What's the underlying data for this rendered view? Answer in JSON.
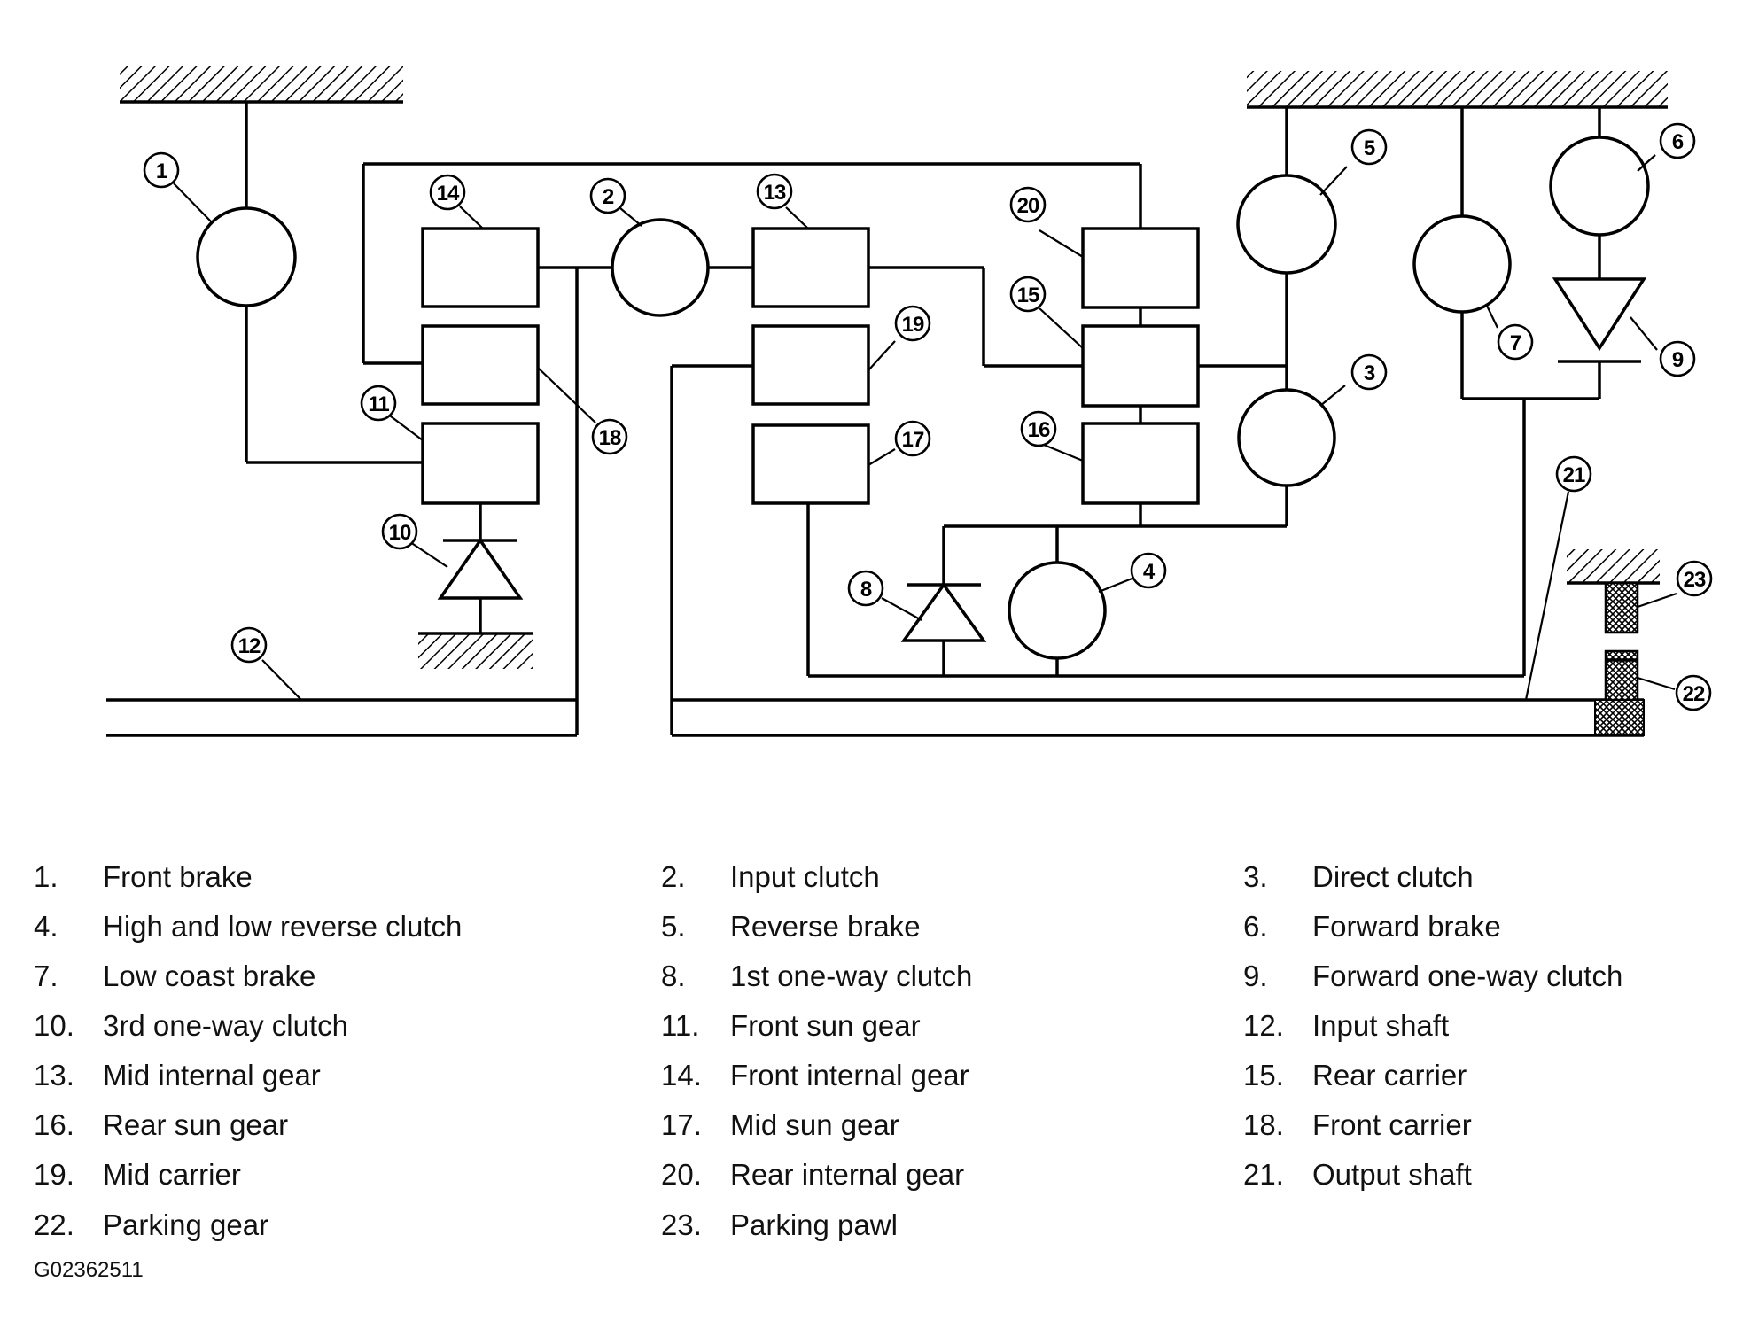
{
  "diagram": {
    "callouts": [
      "1",
      "2",
      "3",
      "4",
      "5",
      "6",
      "7",
      "8",
      "9",
      "10",
      "11",
      "12",
      "13",
      "14",
      "15",
      "16",
      "17",
      "18",
      "19",
      "20",
      "21",
      "22",
      "23"
    ]
  },
  "legend": [
    {
      "num": "1.",
      "label": "Front brake"
    },
    {
      "num": "2.",
      "label": "Input clutch"
    },
    {
      "num": "3.",
      "label": "Direct clutch"
    },
    {
      "num": "4.",
      "label": "High and low reverse clutch"
    },
    {
      "num": "5.",
      "label": "Reverse brake"
    },
    {
      "num": "6.",
      "label": "Forward brake"
    },
    {
      "num": "7.",
      "label": "Low coast brake"
    },
    {
      "num": "8.",
      "label": "1st one-way clutch"
    },
    {
      "num": "9.",
      "label": "Forward one-way clutch"
    },
    {
      "num": "10.",
      "label": "3rd one-way clutch"
    },
    {
      "num": "11.",
      "label": "Front sun gear"
    },
    {
      "num": "12.",
      "label": "Input shaft"
    },
    {
      "num": "13.",
      "label": "Mid internal gear"
    },
    {
      "num": "14.",
      "label": "Front internal gear"
    },
    {
      "num": "15.",
      "label": "Rear carrier"
    },
    {
      "num": "16.",
      "label": "Rear sun gear"
    },
    {
      "num": "17.",
      "label": "Mid sun gear"
    },
    {
      "num": "18.",
      "label": "Front carrier"
    },
    {
      "num": "19.",
      "label": "Mid carrier"
    },
    {
      "num": "20.",
      "label": "Rear internal gear"
    },
    {
      "num": "21.",
      "label": "Output shaft"
    },
    {
      "num": "22.",
      "label": "Parking gear"
    },
    {
      "num": "23.",
      "label": "Parking pawl"
    }
  ],
  "figure_id": "G02362511"
}
